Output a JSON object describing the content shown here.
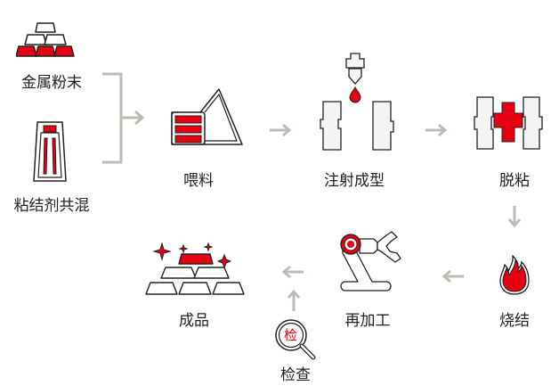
{
  "title": "MIM工艺流程",
  "colors": {
    "accent": "#e60012",
    "arrow": "#bfbab4",
    "stroke": "#222222",
    "fill_light": "#f4f4f4"
  },
  "steps": {
    "metal_powder": {
      "label": "金属粉末",
      "icon": "gold-bars-icon"
    },
    "binder_mix": {
      "label": "粘结剂共混",
      "icon": "binder-container-icon"
    },
    "feeding": {
      "label": "喂料",
      "icon": "feedstock-icon"
    },
    "injection": {
      "label": "注射成型",
      "icon": "injection-mold-icon"
    },
    "debinding": {
      "label": "脱粘",
      "icon": "debinding-icon"
    },
    "sintering": {
      "label": "烧结",
      "icon": "flame-icon"
    },
    "reprocess": {
      "label": "再加工",
      "icon": "robot-arm-icon"
    },
    "inspection": {
      "label": "检查",
      "icon": "magnifier-icon",
      "glyph": "检"
    },
    "finished": {
      "label": "成品",
      "icon": "finished-bars-icon"
    }
  }
}
